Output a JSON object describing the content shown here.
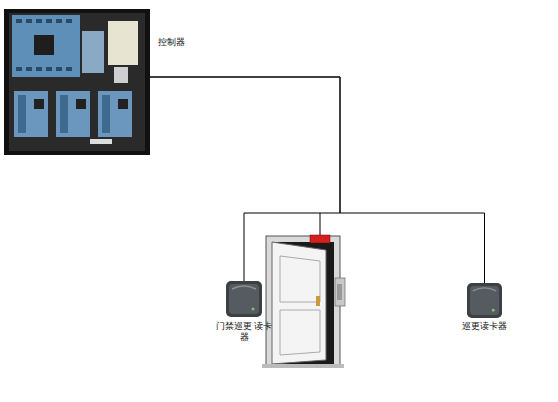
{
  "diagram": {
    "nodes": [
      {
        "text": [
          "控制器"
        ]
      },
      {
        "text": [
          "门禁巡更 读卡器"
        ]
      },
      {
        "text": [
          "巡更读卡器"
        ]
      }
    ],
    "edges": [
      {
        "from": 0,
        "to": 1,
        "arrow": "none"
      },
      {
        "from": 0,
        "to": 2,
        "arrow": "none"
      }
    ]
  }
}
